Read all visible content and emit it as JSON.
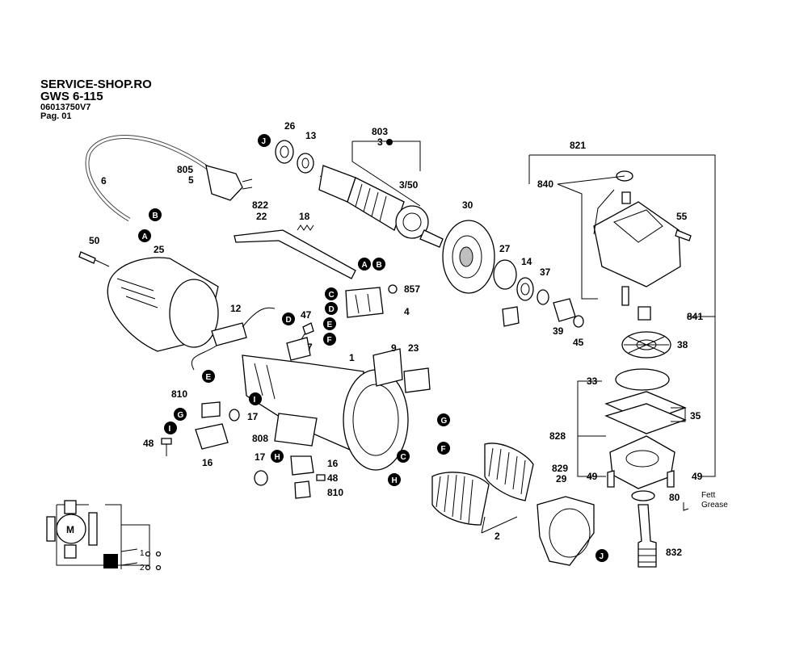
{
  "header": {
    "shop": "SERVICE-SHOP.RO",
    "model": "GWS 6-115",
    "code": "06013750V7",
    "page": "Pag. 01"
  },
  "labels": {
    "p6": "6",
    "p805": "805",
    "p5": "5",
    "p26": "26",
    "p13": "13",
    "p803": "803",
    "p3": "3",
    "p3_50": "3/50",
    "p822": "822",
    "p22": "22",
    "p18": "18",
    "p30": "30",
    "p821": "821",
    "p840": "840",
    "p55": "55",
    "p50": "50",
    "p25": "25",
    "p857": "857",
    "p4": "4",
    "p12": "12",
    "p47": "47",
    "p7": "7",
    "p1": "1",
    "p9": "9",
    "p23": "23",
    "p27": "27",
    "p14": "14",
    "p37": "37",
    "p39": "39",
    "p45": "45",
    "p841": "841",
    "p38": "38",
    "p33": "33",
    "p35": "35",
    "p828": "828",
    "p49a": "49",
    "p49b": "49",
    "p80": "80",
    "p832": "832",
    "p829": "829",
    "p29": "29",
    "p2": "2",
    "p810a": "810",
    "p17a": "17",
    "p48a": "48",
    "p16a": "16",
    "p808": "808",
    "p17b": "17",
    "p16b": "16",
    "p48b": "48",
    "p810b": "810",
    "fett": "Fett",
    "grease": "Grease"
  },
  "callouts": {
    "j1": "J",
    "b1": "B",
    "a1": "A",
    "a2": "A",
    "b2": "B",
    "c1": "C",
    "d1": "D",
    "e1": "E",
    "f1": "F",
    "d2": "D",
    "e2": "E",
    "i1": "I",
    "g1": "G",
    "i2": "I",
    "h1": "H",
    "g2": "G",
    "f2": "F",
    "c2": "C",
    "h2": "H",
    "j2": "J"
  },
  "schematic": {
    "motor": "M",
    "switch_1": "1",
    "switch_2": "2"
  }
}
